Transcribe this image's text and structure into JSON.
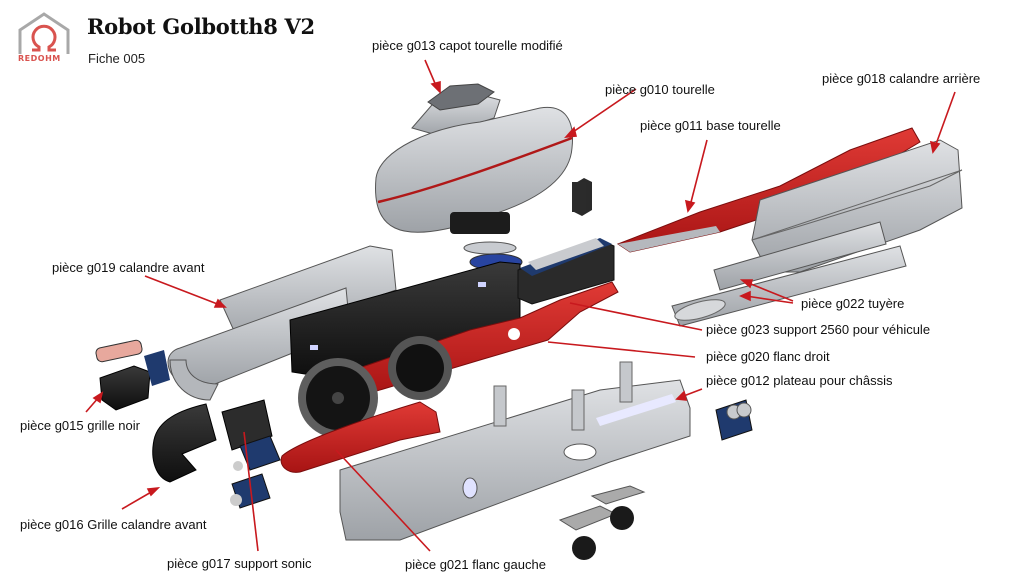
{
  "header": {
    "title": "Robot Golbotth8 V2",
    "subtitle": "Fiche 005",
    "logo_text": "REDOHM",
    "logo_icon": "omega-house-logo"
  },
  "colors": {
    "accent_red": "#c8191e",
    "part_red": "#c42020",
    "part_grey": "#b9bcc0",
    "part_black": "#1a1a1a",
    "pcb_blue": "#1f3a6e",
    "arrow": "#c8191e"
  },
  "labels": [
    {
      "id": "g013",
      "text": "pièce g013 capot tourelle modifié"
    },
    {
      "id": "g010",
      "text": "pièce g010 tourelle"
    },
    {
      "id": "g018",
      "text": "pièce g018 calandre arrière"
    },
    {
      "id": "g011",
      "text": "pièce g011 base tourelle"
    },
    {
      "id": "g019",
      "text": "pièce g019 calandre avant"
    },
    {
      "id": "g022",
      "text": "pièce g022 tuyère"
    },
    {
      "id": "g023",
      "text": "pièce g023 support 2560 pour véhicule"
    },
    {
      "id": "g020",
      "text": "pièce g020 flanc droit"
    },
    {
      "id": "g012",
      "text": "pièce g012 plateau pour châssis"
    },
    {
      "id": "g015",
      "text": "pièce g015 grille noir"
    },
    {
      "id": "g016",
      "text": "pièce g016 Grille calandre avant"
    },
    {
      "id": "g017",
      "text": "pièce g017 support sonic"
    },
    {
      "id": "g021",
      "text": "pièce g021 flanc gauche"
    }
  ]
}
